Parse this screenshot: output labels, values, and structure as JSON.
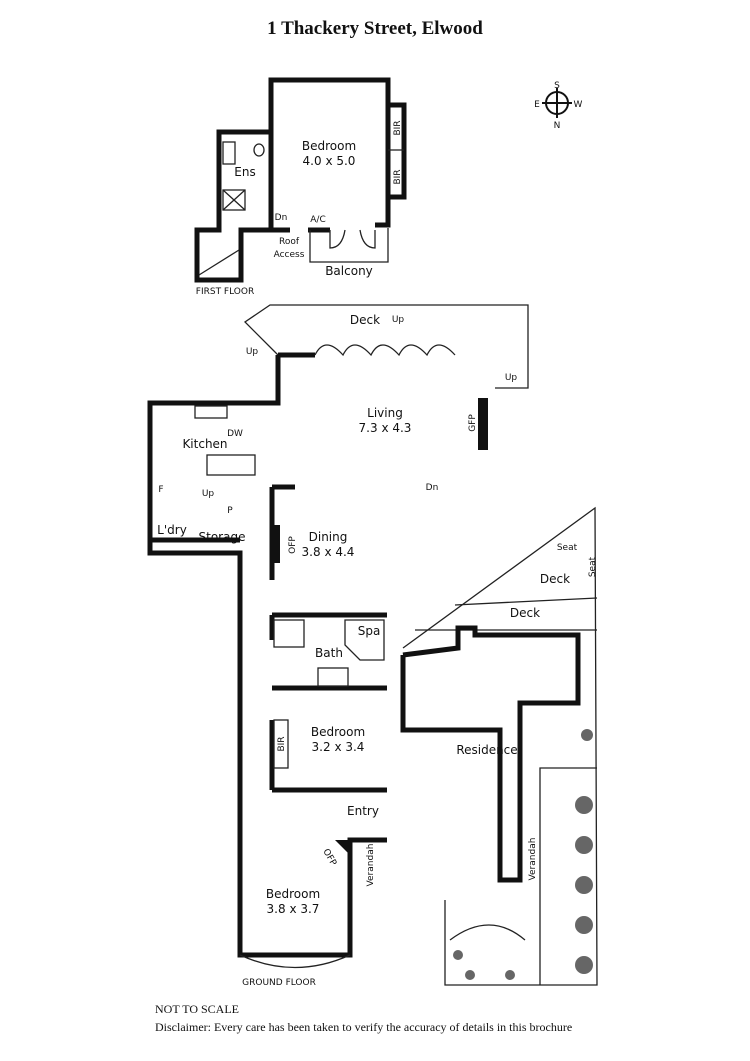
{
  "title": "1 Thackery Street, Elwood",
  "compass": {
    "n": "N",
    "s": "S",
    "e": "E",
    "w": "W"
  },
  "first_floor": {
    "label": "FIRST FLOOR",
    "bedroom_name": "Bedroom",
    "bedroom_size": "4.0 x 5.0",
    "bir1": "BIR",
    "bir2": "BIR",
    "ens": "Ens",
    "dn": "Dn",
    "ac": "A/C",
    "roof": "Roof",
    "access": "Access",
    "balcony": "Balcony"
  },
  "ground_floor": {
    "label": "GROUND FLOOR",
    "deck": "Deck",
    "up1": "Up",
    "up2": "Up",
    "up3": "Up",
    "living_name": "Living",
    "living_size": "7.3 x 4.3",
    "gfp": "GFP",
    "kitchen": "Kitchen",
    "dw": "DW",
    "f": "F",
    "up_stairs": "Up",
    "p": "P",
    "laundry": "L'dry",
    "storage": "Storage",
    "dn": "Dn",
    "dining_name": "Dining",
    "dining_size": "3.8 x 4.4",
    "ofp1": "OFP",
    "bath": "Bath",
    "spa": "Spa",
    "bed2_name": "Bedroom",
    "bed2_size": "3.2 x 3.4",
    "bir": "BIR",
    "entry": "Entry",
    "ofp2": "OFP",
    "verandah1": "Verandah",
    "bed3_name": "Bedroom",
    "bed3_size": "3.8 x 3.7",
    "seat1": "Seat",
    "seat2": "Seat",
    "deck2": "Deck",
    "deck3": "Deck",
    "residence": "Residence",
    "verandah2": "Verandah"
  },
  "footer": {
    "not_to_scale": "NOT TO SCALE",
    "disclaimer": "Disclaimer: Every care has been taken to verify the accuracy of details in this brochure"
  }
}
